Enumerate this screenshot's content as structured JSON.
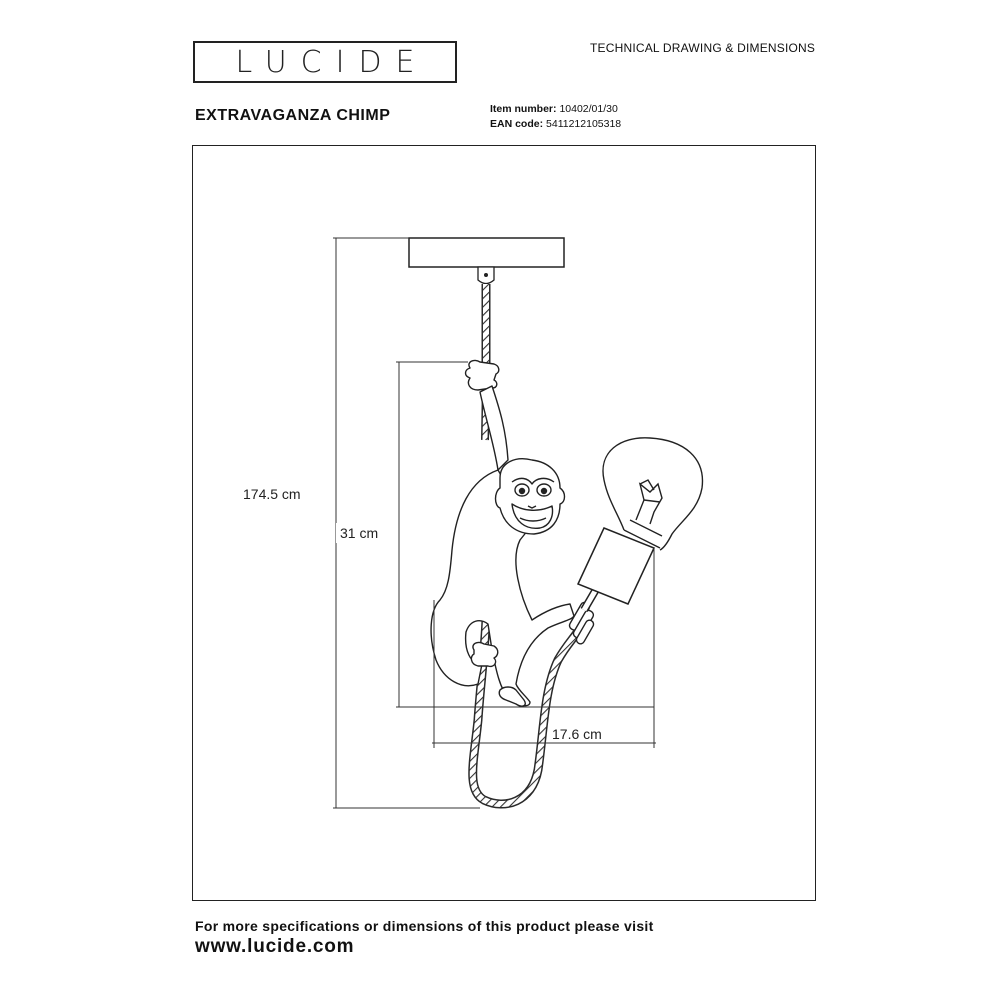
{
  "header": {
    "logo_text": "LUCIDE",
    "doc_type": "TECHNICAL DRAWING & DIMENSIONS",
    "product_name": "EXTRAVAGANZA CHIMP",
    "item_number_label": "Item number:",
    "item_number_value": "10402/01/30",
    "ean_label": "EAN code:",
    "ean_value": "5411212105318"
  },
  "dimensions": {
    "total_height": "174.5 cm",
    "figure_height": "31 cm",
    "width": "17.6 cm"
  },
  "footer": {
    "line": "For more specifications or dimensions of this product please visit",
    "url": "www.lucide.com"
  },
  "colors": {
    "line": "#222222",
    "rope": "#3a3a3a"
  }
}
